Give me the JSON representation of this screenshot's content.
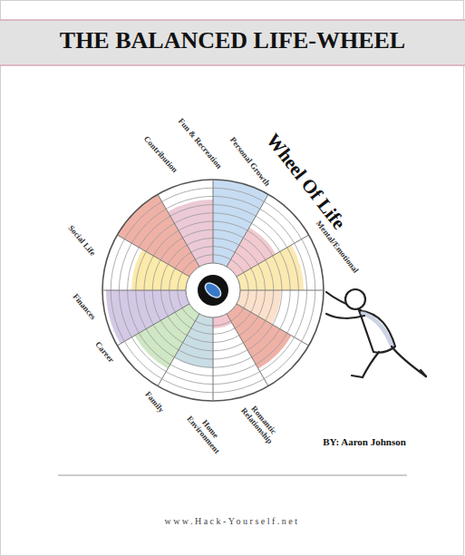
{
  "diagram": {
    "title": "THE BALANCED LIFE-WHEEL",
    "labels": [
      "Fun & Recreation",
      "Personal Growth",
      "Contribution",
      "Wheel Of Life",
      "Mental/Emotional",
      "Social Life",
      "Finances",
      "Career",
      "Family",
      "Home Environment",
      "Romantic Relationship",
      "BY: Aaron Johnson",
      "www.Hack-Yourself.net"
    ]
  }
}
